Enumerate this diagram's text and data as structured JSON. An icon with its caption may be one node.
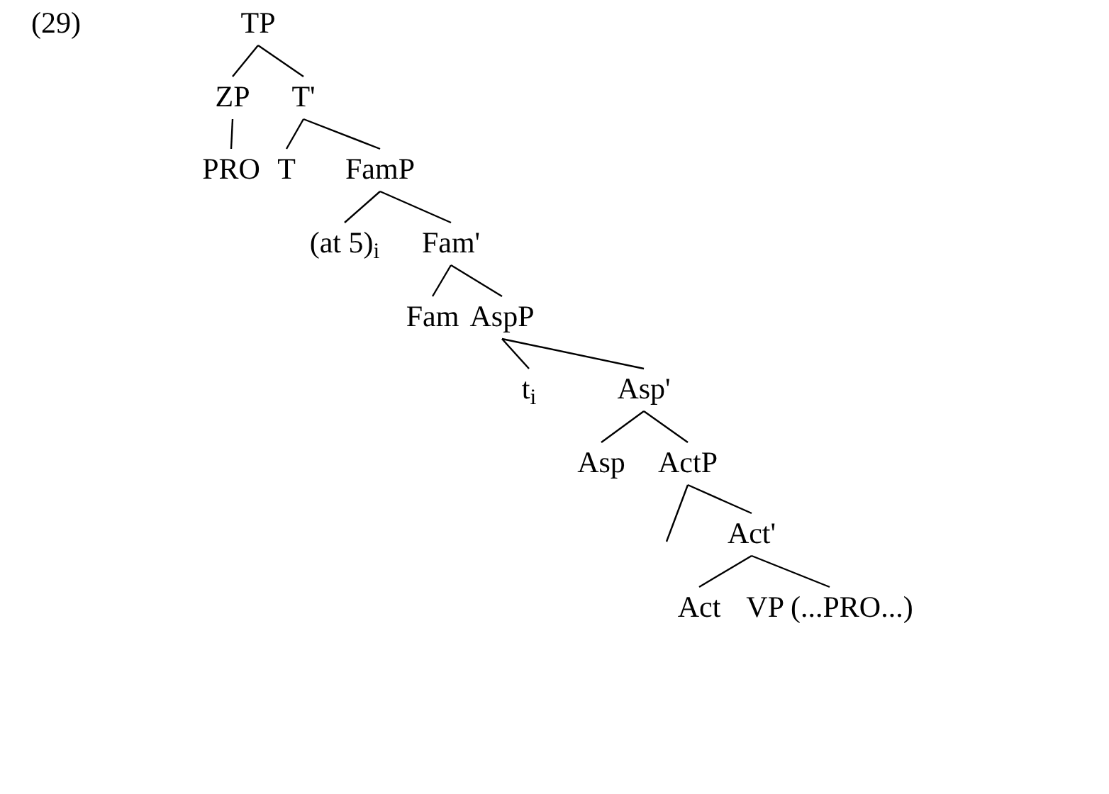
{
  "diagram": {
    "nodes": [
      {
        "text": [
          "TP"
        ]
      },
      {
        "text": [
          "ZP"
        ]
      },
      {
        "text": [
          "T'"
        ]
      },
      {
        "text": [
          "PRO"
        ]
      },
      {
        "text": [
          "T"
        ]
      },
      {
        "text": [
          "FamP"
        ]
      },
      {
        "text": [
          "(at 5)$_{i}$"
        ]
      },
      {
        "text": [
          "Fam'"
        ]
      },
      {
        "text": [
          "Fam"
        ]
      },
      {
        "text": [
          "AspP"
        ]
      },
      {
        "text": [
          "t$_{i}$"
        ]
      },
      {
        "text": [
          "Asp'"
        ]
      },
      {
        "text": [
          "Asp"
        ]
      },
      {
        "text": [
          "ActP"
        ]
      },
      {
        "text": [
          "Act'"
        ]
      },
      {
        "text": [
          "Act"
        ]
      },
      {
        "text": [
          "VP (...PRO...)"
        ]
      }
    ],
    "edges": [
      {
        "from": 0,
        "to": 1,
        "arrow": "none"
      },
      {
        "from": 0,
        "to": 2,
        "arrow": "none"
      },
      {
        "from": 1,
        "to": 3,
        "arrow": "none"
      },
      {
        "from": 2,
        "to": 4,
        "arrow": "none"
      },
      {
        "from": 2,
        "to": 5,
        "arrow": "none"
      },
      {
        "from": 5,
        "to": 6,
        "arrow": "none"
      },
      {
        "from": 5,
        "to": 7,
        "arrow": "none"
      },
      {
        "from": 7,
        "to": 8,
        "arrow": "none"
      },
      {
        "from": 7,
        "to": 9,
        "arrow": "none"
      },
      {
        "from": 9,
        "to": 10,
        "arrow": "none"
      },
      {
        "from": 9,
        "to": 11,
        "arrow": "none"
      },
      {
        "from": 11,
        "to": 12,
        "arrow": "none"
      },
      {
        "from": 11,
        "to": 13,
        "arrow": "none"
      },
      {
        "from": 13,
        "to": null,
        "arrow": "none"
      },
      {
        "from": 13,
        "to": 14,
        "arrow": "none"
      },
      {
        "from": 14,
        "to": 15,
        "arrow": "none"
      },
      {
        "from": 14,
        "to": 16,
        "arrow": "none"
      }
    ],
    "labels": [
      "(29)"
    ]
  }
}
